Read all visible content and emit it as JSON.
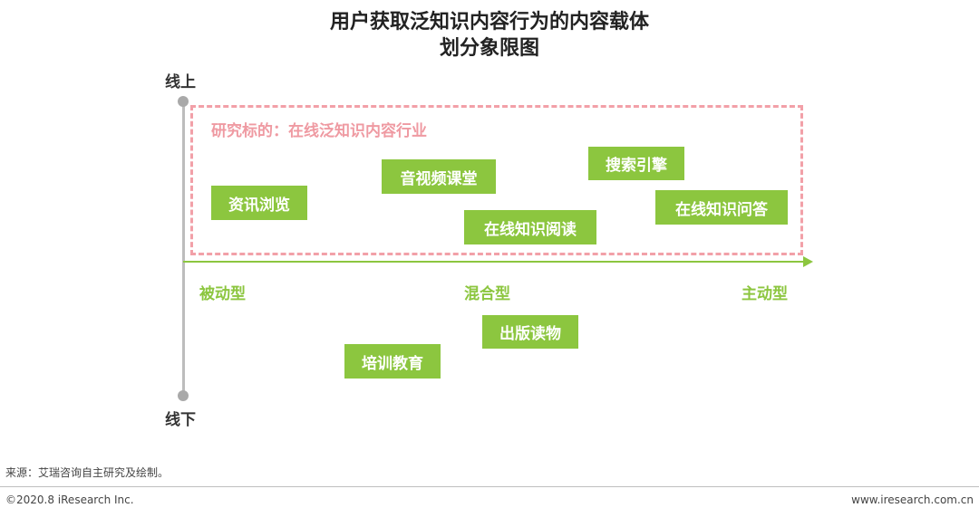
{
  "title": {
    "line1": "用户获取泛知识内容行为的内容载体",
    "line2": "划分象限图"
  },
  "axes": {
    "top": "线上",
    "bottom": "线下",
    "passive": "被动型",
    "mixed": "混合型",
    "active": "主动型"
  },
  "region": {
    "label": "研究标的：在线泛知识内容行业"
  },
  "items": {
    "info_browse": "资讯浏览",
    "av_course": "音视频课堂",
    "search_engine": "搜索引擎",
    "online_reading": "在线知识阅读",
    "online_qa": "在线知识问答",
    "publication": "出版读物",
    "training": "培训教育"
  },
  "colors": {
    "green": "#8cc63f",
    "pink_dashed": "#f2a0a8",
    "axis_gray": "#bdbdbd"
  },
  "footer": {
    "source": "来源：艾瑞咨询自主研究及绘制。",
    "copyright": "©2020.8 iResearch Inc.",
    "website": "www.iresearch.com.cn"
  }
}
